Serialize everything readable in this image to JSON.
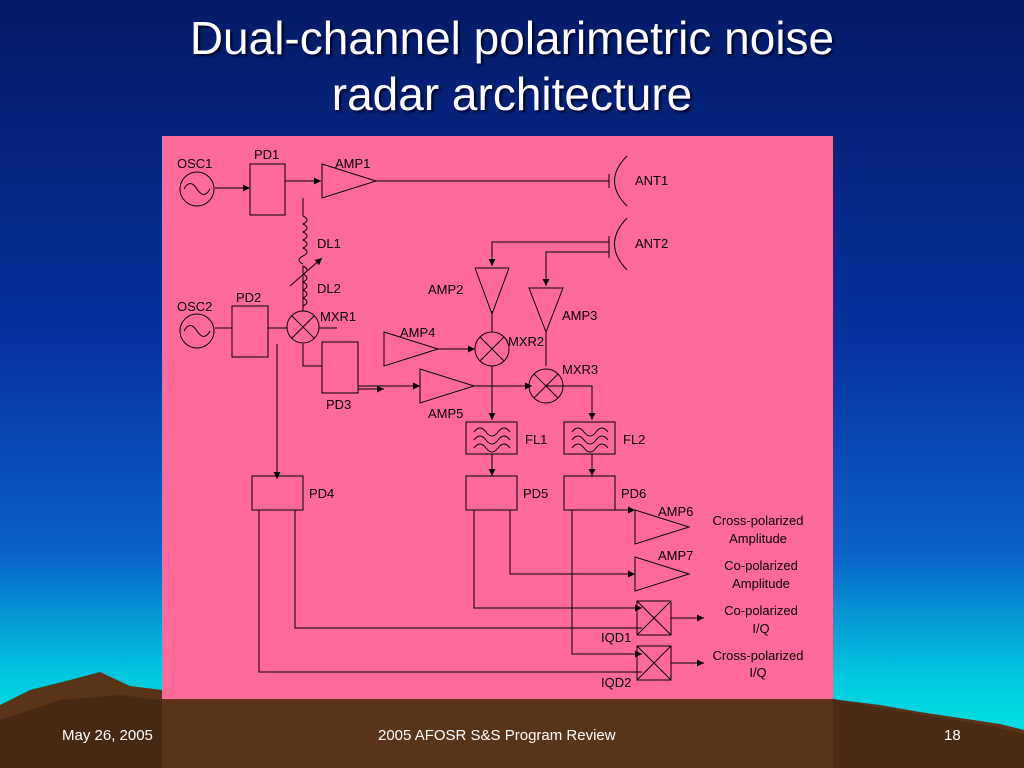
{
  "slide": {
    "title_line1": "Dual-channel polarimetric noise",
    "title_line2": "radar architecture",
    "footer_date": "May 26, 2005",
    "footer_event": "2005 AFOSR S&S Program Review",
    "slide_number": "18"
  },
  "colors": {
    "panel": "#ff6a9a",
    "bg_top": "#031a66",
    "bg_mid": "#0a3fb0",
    "bg_cyan": "#00e0e8",
    "mountain": "#5a3418"
  },
  "diagram": {
    "osc1": "OSC1",
    "osc2": "OSC2",
    "pd1": "PD1",
    "pd2": "PD2",
    "pd3": "PD3",
    "pd4": "PD4",
    "pd5": "PD5",
    "pd6": "PD6",
    "amp1": "AMP1",
    "amp2": "AMP2",
    "amp3": "AMP3",
    "amp4": "AMP4",
    "amp5": "AMP5",
    "amp6": "AMP6",
    "amp7": "AMP7",
    "ant1": "ANT1",
    "ant2": "ANT2",
    "dl1": "DL1",
    "dl2": "DL2",
    "mxr1": "MXR1",
    "mxr2": "MXR2",
    "mxr3": "MXR3",
    "fl1": "FL1",
    "fl2": "FL2",
    "iqd1": "IQD1",
    "iqd2": "IQD2",
    "out1_line1": "Cross-polarized",
    "out1_line2": "Amplitude",
    "out2_line1": "Co-polarized",
    "out2_line2": "Amplitude",
    "out3_line1": "Co-polarized",
    "out3_line2": "I/Q",
    "out4_line1": "Cross-polarized",
    "out4_line2": "I/Q"
  }
}
